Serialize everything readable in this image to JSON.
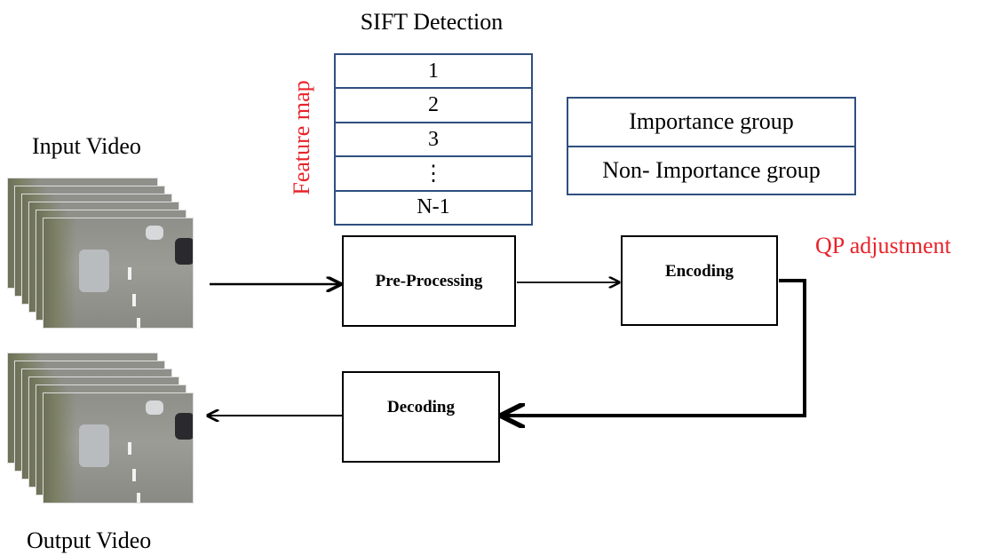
{
  "sift": {
    "title": "SIFT Detection",
    "side_label": "Feature map",
    "rows": [
      "1",
      "2",
      "3",
      "⋮",
      "N-1"
    ]
  },
  "groups": {
    "importance": "Importance group",
    "non_importance": "Non- Importance group"
  },
  "qp_label": "QP adjustment",
  "blocks": {
    "preprocessing": "Pre-Processing",
    "encoding": "Encoding",
    "decoding": "Decoding"
  },
  "video": {
    "input_label": "Input Video",
    "output_label": "Output Video",
    "frame_icon": "traffic-video-frame"
  },
  "colors": {
    "box_border": "#2f4f7f",
    "accent_red": "#e8232a",
    "arrow": "#000000"
  }
}
